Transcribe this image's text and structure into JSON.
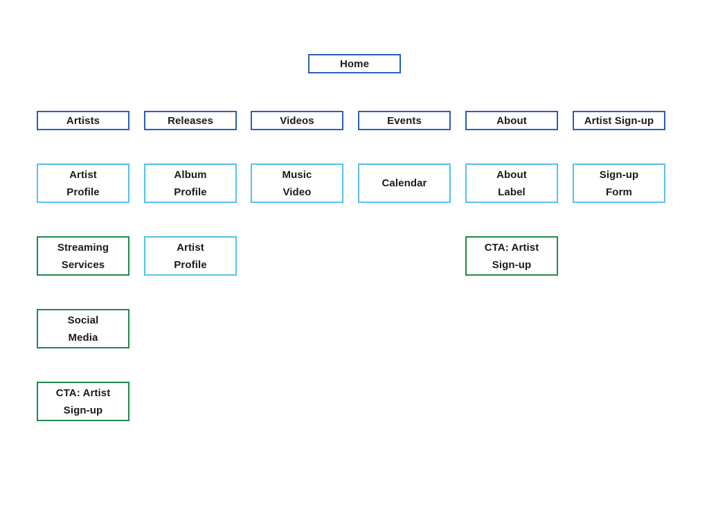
{
  "diagram": {
    "type": "sitemap",
    "colors": {
      "primary": "#2a5eb7",
      "secondary": "#56c0f0",
      "accent": "#1f8a4d",
      "text": "#1a1a1a",
      "background": "#ffffff"
    },
    "nodes": [
      {
        "id": "home",
        "label": "Home",
        "row": "root",
        "col": "center",
        "variant": "primary"
      },
      {
        "id": "artists",
        "label": "Artists",
        "row": "nav",
        "col": 0,
        "variant": "primary"
      },
      {
        "id": "releases",
        "label": "Releases",
        "row": "nav",
        "col": 1,
        "variant": "primary"
      },
      {
        "id": "videos",
        "label": "Videos",
        "row": "nav",
        "col": 2,
        "variant": "primary"
      },
      {
        "id": "events",
        "label": "Events",
        "row": "nav",
        "col": 3,
        "variant": "primary"
      },
      {
        "id": "about",
        "label": "About",
        "row": "nav",
        "col": 4,
        "variant": "primary"
      },
      {
        "id": "artist-sign-up",
        "label": "Artist Sign-up",
        "row": "nav",
        "col": 5,
        "variant": "primary"
      },
      {
        "id": "artist-profile",
        "label": "Artist\nProfile",
        "row": "sub1",
        "col": 0,
        "variant": "secondary"
      },
      {
        "id": "album-profile",
        "label": "Album\nProfile",
        "row": "sub1",
        "col": 1,
        "variant": "secondary"
      },
      {
        "id": "music-video",
        "label": "Music\nVideo",
        "row": "sub1",
        "col": 2,
        "variant": "secondary"
      },
      {
        "id": "calendar",
        "label": "Calendar",
        "row": "sub1",
        "col": 3,
        "variant": "secondary"
      },
      {
        "id": "about-label",
        "label": "About\nLabel",
        "row": "sub1",
        "col": 4,
        "variant": "secondary"
      },
      {
        "id": "sign-up-form",
        "label": "Sign-up\nForm",
        "row": "sub1",
        "col": 5,
        "variant": "secondary"
      },
      {
        "id": "streaming-services",
        "label": "Streaming\nServices",
        "row": "sub2",
        "col": 0,
        "variant": "accent"
      },
      {
        "id": "artist-profile-2",
        "label": "Artist\nProfile",
        "row": "sub2",
        "col": 1,
        "variant": "secondary"
      },
      {
        "id": "cta-artist-sign-up-about",
        "label": "CTA: Artist\nSign-up",
        "row": "sub2",
        "col": 4,
        "variant": "accent"
      },
      {
        "id": "social-media",
        "label": "Social\nMedia",
        "row": "sub3",
        "col": 0,
        "variant": "accent"
      },
      {
        "id": "cta-artist-sign-up-artists",
        "label": "CTA: Artist\nSign-up",
        "row": "sub4",
        "col": 0,
        "variant": "accent"
      }
    ]
  }
}
